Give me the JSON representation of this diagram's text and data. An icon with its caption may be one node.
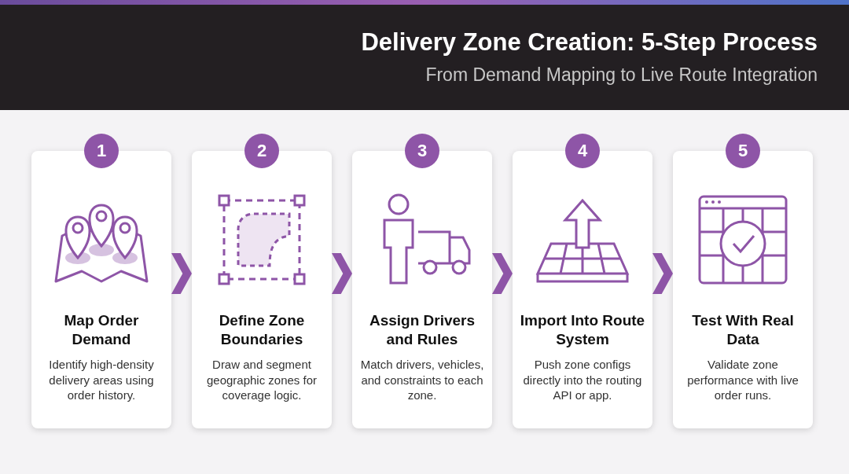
{
  "diagram": {
    "title": "Delivery Zone Creation: 5-Step Process",
    "nodes": [
      {
        "text": [
          "1",
          "Map Order Demand",
          "Identify high-density delivery areas using order history."
        ]
      },
      {
        "text": [
          "2",
          "Define Zone Boundaries",
          "Draw and segment geographic zones for coverage logic."
        ]
      },
      {
        "text": [
          "3",
          "Assign Drivers and Rules",
          "Match drivers, vehicles, and constraints to each zone."
        ]
      },
      {
        "text": [
          "4",
          "Import Into Route System",
          "Push zone configs directly into the routing API or app."
        ]
      },
      {
        "text": [
          "5",
          "Test With Real Data",
          "Validate zone performance with live order runs."
        ]
      }
    ],
    "edges": [
      {
        "from": 0,
        "to": 1,
        "arrow": "to"
      },
      {
        "from": 1,
        "to": 2,
        "arrow": "to"
      },
      {
        "from": 2,
        "to": 3,
        "arrow": "to"
      },
      {
        "from": 3,
        "to": 4,
        "arrow": "to"
      }
    ],
    "labels": [
      "From Demand Mapping to Live Route Integration"
    ]
  }
}
